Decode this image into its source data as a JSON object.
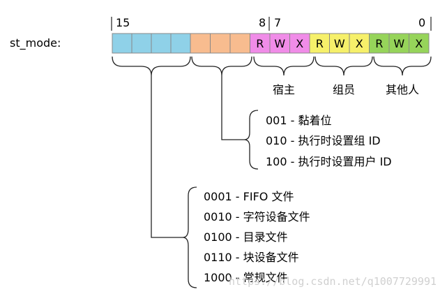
{
  "field_label": "st_mode:",
  "bit_labels": {
    "b15": "15",
    "b8": "8",
    "b7": "7",
    "b0": "0"
  },
  "colors": {
    "type_bits": "#8fd1e8",
    "special_bits": "#f8bc8f",
    "owner_bits": "#f08ce8",
    "group_bits": "#f6f06a",
    "other_bits": "#96d45a",
    "cell_border": "#888888",
    "line": "#222222"
  },
  "permission_letters": [
    "R",
    "W",
    "X",
    "R",
    "W",
    "X",
    "R",
    "W",
    "X"
  ],
  "permission_groups": [
    "宿主",
    "组员",
    "其他人"
  ],
  "special_bits_list": [
    "001 - 黏着位",
    "010 - 执行时设置组 ID",
    "100 - 执行时设置用户 ID"
  ],
  "file_types_list": [
    "0001 - FIFO 文件",
    "0010 - 字符设备文件",
    "0100 - 目录文件",
    "0110 - 块设备文件",
    "1000 - 常规文件"
  ],
  "watermark": "https://blog.csdn.net/q1007729991"
}
